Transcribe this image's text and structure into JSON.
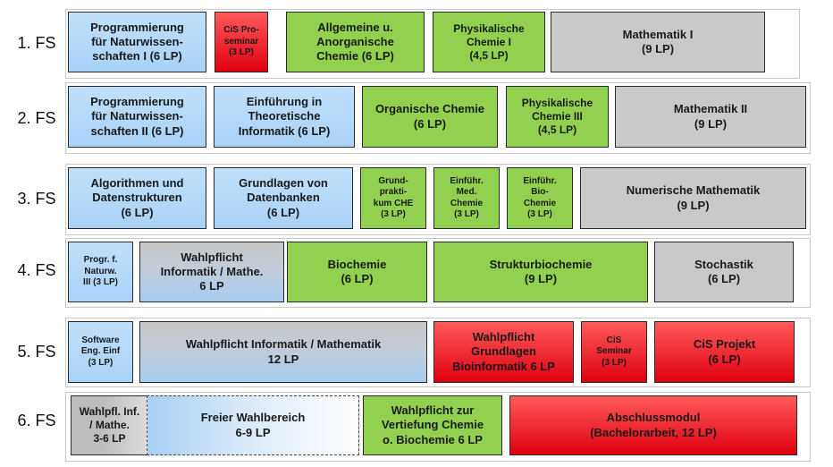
{
  "semesters": [
    {
      "label": "1. FS",
      "modules": [
        {
          "id": "m1a",
          "text": "Programmierung\nfür Naturwissen-\nschaften I (6 LP)"
        },
        {
          "id": "m1b",
          "text": "CiS Pro-\nseminar\n(3 LP)"
        },
        {
          "id": "m1c",
          "text": "Allgemeine u.\nAnorganische\nChemie (6 LP)"
        },
        {
          "id": "m1d",
          "text": "Physikalische\nChemie I\n(4,5 LP)"
        },
        {
          "id": "m1e",
          "text": "Mathematik I\n(9 LP)"
        }
      ]
    },
    {
      "label": "2. FS",
      "modules": [
        {
          "id": "m2a",
          "text": "Programmierung\nfür Naturwissen-\nschaften II (6 LP)"
        },
        {
          "id": "m2b",
          "text": "Einführung in\nTheoretische\nInformatik (6 LP)"
        },
        {
          "id": "m2c",
          "text": "Organische Chemie\n(6 LP)"
        },
        {
          "id": "m2d",
          "text": "Physikalische\nChemie III\n(4,5 LP)"
        },
        {
          "id": "m2e",
          "text": "Mathematik II\n(9 LP)"
        }
      ]
    },
    {
      "label": "3. FS",
      "modules": [
        {
          "id": "m3a",
          "text": "Algorithmen und\nDatenstrukturen\n(6 LP)"
        },
        {
          "id": "m3b",
          "text": "Grundlagen von\nDatenbanken\n(6 LP)"
        },
        {
          "id": "m3c",
          "text": "Grund-\nprakti-\nkum CHE\n(3 LP)"
        },
        {
          "id": "m3d",
          "text": "Einführ.\nMed.\nChemie\n(3 LP)"
        },
        {
          "id": "m3e",
          "text": "Einführ.\nBio-\nChemie\n(3 LP)"
        },
        {
          "id": "m3f",
          "text": "Numerische Mathematik\n(9 LP)"
        }
      ]
    },
    {
      "label": "4. FS",
      "modules": [
        {
          "id": "m4a",
          "text": "Progr. f.\nNaturw.\nIII (3 LP)"
        },
        {
          "id": "m4b",
          "text": "Wahlpflicht\nInformatik / Mathe.\n6 LP"
        },
        {
          "id": "m4c",
          "text": "Biochemie\n(6 LP)"
        },
        {
          "id": "m4d",
          "text": "Strukturbiochemie\n(9 LP)"
        },
        {
          "id": "m4e",
          "text": "Stochastik\n(6 LP)"
        }
      ]
    },
    {
      "label": "5. FS",
      "modules": [
        {
          "id": "m5a",
          "text": "Software\nEng. Einf\n(3 LP)"
        },
        {
          "id": "m5b",
          "text": "Wahlpflicht Informatik / Mathematik\n12 LP"
        },
        {
          "id": "m5c",
          "text": "Wahlpflicht\nGrundlagen\nBioinformatik 6 LP"
        },
        {
          "id": "m5d",
          "text": "CiS\nSeminar\n(3 LP)"
        },
        {
          "id": "m5e",
          "text": "CiS Projekt\n(6 LP)"
        }
      ]
    },
    {
      "label": "6. FS",
      "modules": [
        {
          "id": "m6a",
          "text": "Wahlpfl. Inf.\n/ Mathe.\n3-6 LP"
        },
        {
          "id": "m6b",
          "text": "Freier Wahlbereich\n6-9 LP"
        },
        {
          "id": "m6c",
          "text": "Wahlpflicht zur\nVertiefung Chemie\no. Biochemie 6 LP"
        },
        {
          "id": "m6d",
          "text": "Abschlussmodul\n(Bachelorarbeit, 12 LP)"
        }
      ]
    }
  ],
  "colors": {
    "informatik": "#a9d2f7",
    "chemie": "#92d14f",
    "mathematik": "#c9c9c9",
    "cis": "#e00010"
  }
}
